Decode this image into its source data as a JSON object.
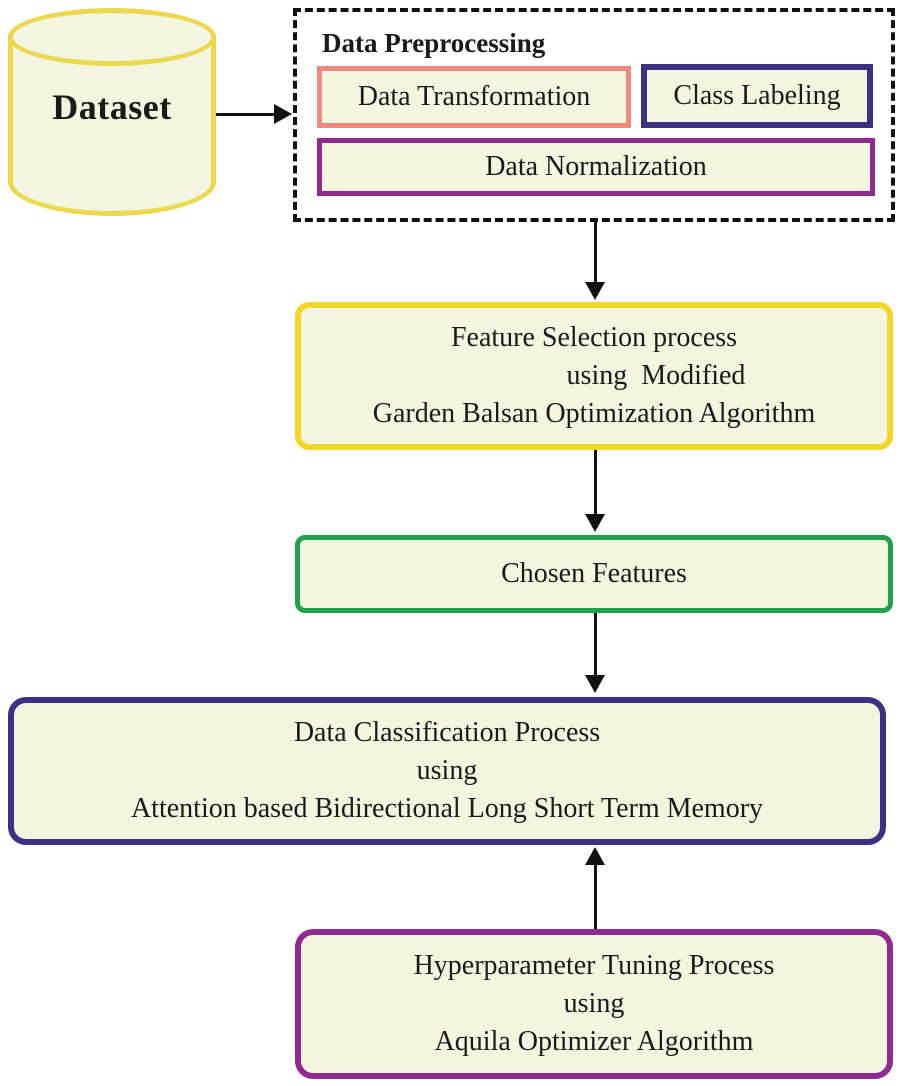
{
  "diagram": {
    "dataset": {
      "label": "Dataset"
    },
    "preprocessing": {
      "title": "Data Preprocessing",
      "items": [
        {
          "label": "Data Transformation"
        },
        {
          "label": "Class Labeling"
        },
        {
          "label": "Data Normalization"
        }
      ]
    },
    "feature_selection": {
      "lines": [
        "Feature Selection process",
        "using  Modified",
        "Garden Balsan Optimization Algorithm"
      ]
    },
    "chosen_features": {
      "label": "Chosen Features"
    },
    "classification": {
      "lines": [
        "Data Classification Process",
        "using",
        "Attention based Bidirectional Long Short Term Memory"
      ]
    },
    "hyperparameter_tuning": {
      "lines": [
        "Hyperparameter Tuning Process",
        "using",
        "Aquila Optimizer Algorithm"
      ]
    },
    "colors": {
      "box_fill": "#f3f5df",
      "cylinder_border": "#ead94f",
      "feature_border": "#f2d72b",
      "transformation_border": "#f08a7e",
      "indigo_border": "#3b3183",
      "purple_border": "#8f2b8f",
      "green_border": "#22a04e",
      "arrow": "#111111"
    }
  }
}
